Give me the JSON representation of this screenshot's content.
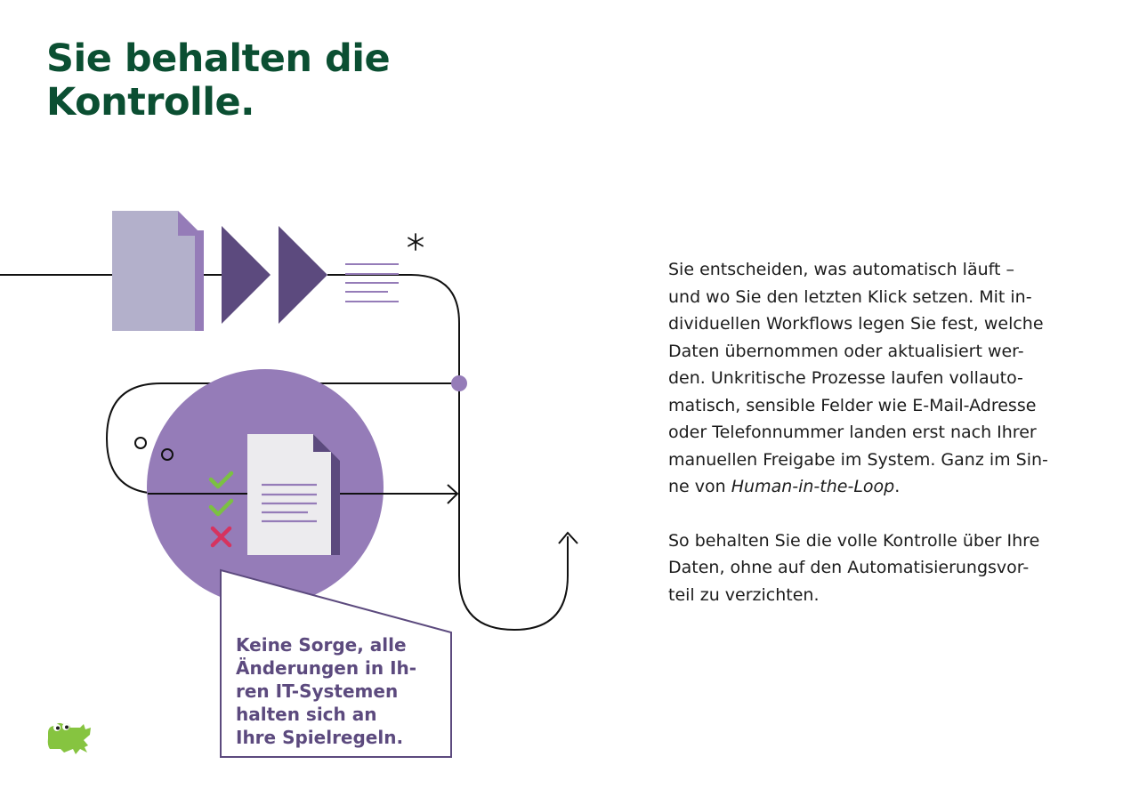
{
  "title": {
    "line1": "Sie behalten die",
    "line2": "Kontrolle."
  },
  "callout": {
    "lines": [
      "Keine Sorge, alle",
      "Änderungen in Ih-",
      "ren IT-Systemen",
      "halten sich an",
      "Ihre Spielregeln."
    ]
  },
  "body": {
    "p1_lines": [
      "Sie entscheiden, was automatisch läuft –",
      "und wo Sie den letzten Klick setzen. Mit in-",
      "dividuellen Workflows legen Sie fest, welche",
      "Daten übernommen oder aktualisiert wer-",
      "den. Unkritische Prozesse laufen vollauto-",
      "matisch, sensible Felder wie E-Mail-Adresse",
      "oder Telefonnummer landen erst nach Ihrer",
      "manuellen Freigabe im System. Ganz im Sin-"
    ],
    "p1_last_prefix": "ne von ",
    "p1_last_italic": "Human-in-the-Loop",
    "p1_last_suffix": ".",
    "p2_lines": [
      "So behalten Sie die volle Kontrolle über Ihre",
      "Daten, ohne auf den Automatisierungsvor-",
      "teil zu verzichten."
    ]
  },
  "colors": {
    "title_green": "#0b4f32",
    "purple_circle": "#957cb8",
    "purple_dark": "#5c4a7e",
    "doc_lavender": "#b3b0cb",
    "check_green": "#7bc142",
    "cross_red": "#d6335f",
    "logo_green": "#86c440"
  },
  "icons": {
    "document": "document-icon",
    "play": "play-triangle-icon",
    "text_lines": "text-lines-icon",
    "asterisk": "asterisk-icon",
    "check": "checkmark-icon",
    "cross": "cross-icon",
    "arrow_right": "arrow-right-icon",
    "arrow_up": "arrow-up-icon",
    "logo": "crocodile-logo-icon"
  }
}
